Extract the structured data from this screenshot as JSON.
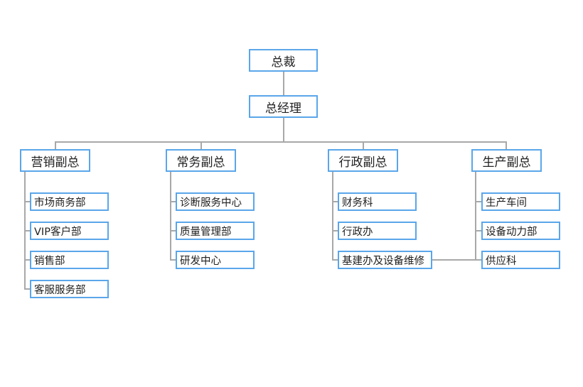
{
  "org": {
    "ceo": "总裁",
    "gm": "总经理",
    "vps": [
      {
        "title": "营销副总",
        "units": [
          "市场商务部",
          "VIP客户部",
          "销售部",
          "客服服务部"
        ]
      },
      {
        "title": "常务副总",
        "units": [
          "诊断服务中心",
          "质量管理部",
          "研发中心"
        ]
      },
      {
        "title": "行政副总",
        "units": [
          "财务科",
          "行政办",
          "基建办及设备维修"
        ]
      },
      {
        "title": "生产副总",
        "units": [
          "生产车间",
          "设备动力部",
          "供应科"
        ]
      }
    ]
  },
  "colors": {
    "box_border": "#5aa6ea",
    "connector": "#a8a8a8",
    "text": "#222222"
  }
}
